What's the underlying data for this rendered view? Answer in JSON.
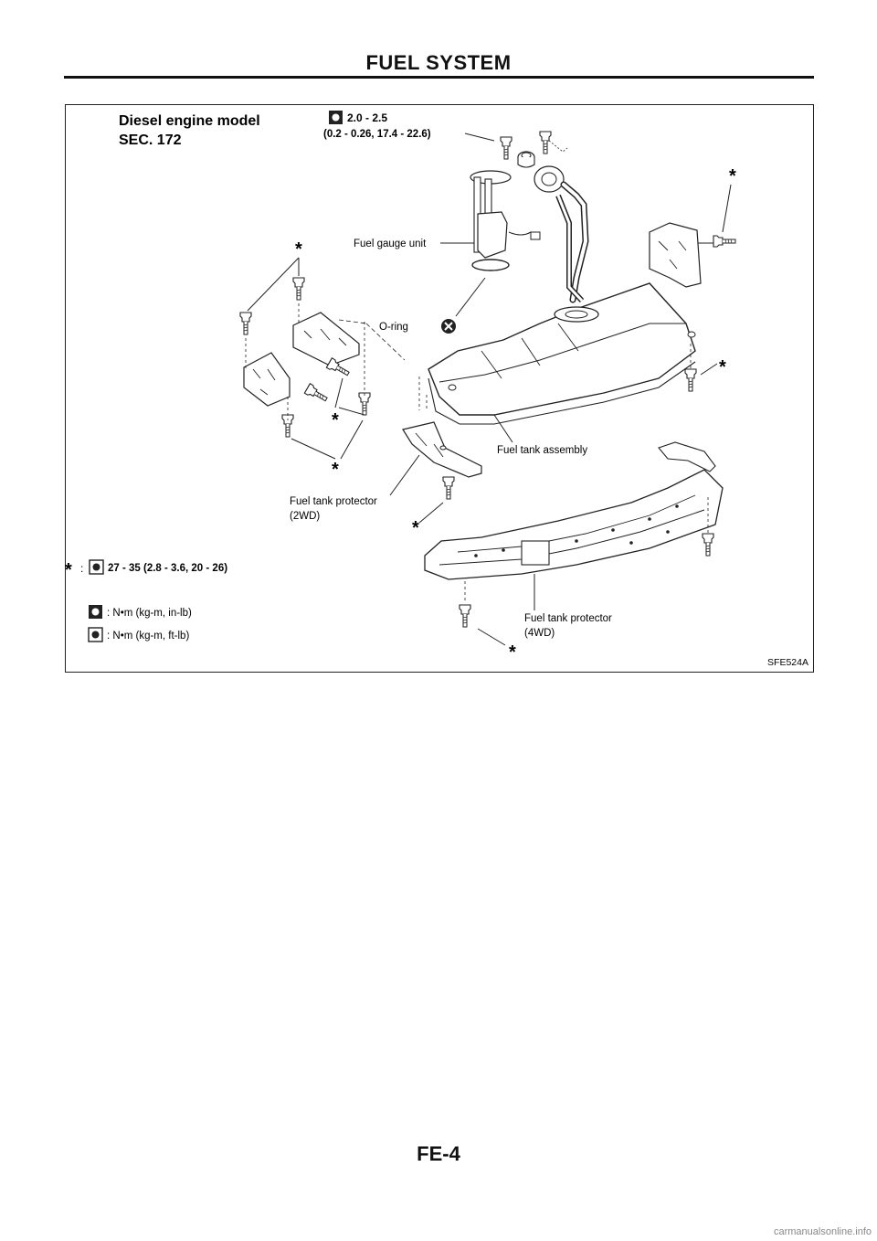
{
  "header": {
    "title": "FUEL SYSTEM"
  },
  "figure": {
    "model_line1": "Diesel engine model",
    "model_line2": "SEC. 172",
    "torque_top_line1": "2.0 - 2.5",
    "torque_top_line2": "(0.2 - 0.26, 17.4 - 22.6)",
    "label_fuel_gauge_unit": "Fuel gauge unit",
    "label_o_ring": "O-ring",
    "label_fuel_tank_assembly": "Fuel tank assembly",
    "label_protector_2wd_line1": "Fuel tank protector",
    "label_protector_2wd_line2": "(2WD)",
    "label_protector_4wd_line1": "Fuel tank protector",
    "label_protector_4wd_line2": "(4WD)",
    "asterisk": "*",
    "star_note_sep": ":",
    "star_note_value": "27 - 35 (2.8 - 3.6, 20 - 26)",
    "legend_inlb": ": N•m (kg-m, in-lb)",
    "legend_ftlb": ": N•m (kg-m, ft-lb)",
    "figure_code": "SFE524A"
  },
  "footer": {
    "page_number": "FE-4"
  },
  "watermark": "carmanualsonline.info"
}
